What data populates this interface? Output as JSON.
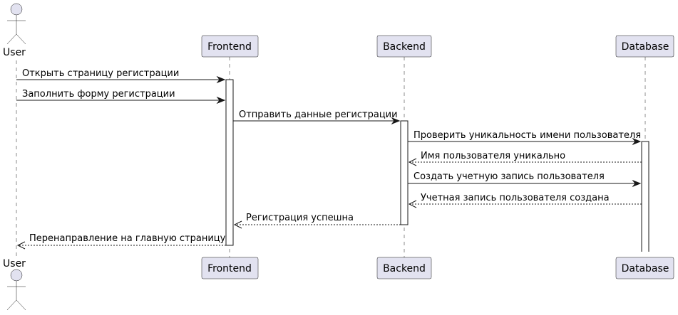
{
  "participants": [
    {
      "id": "user",
      "label": "User",
      "kind": "actor"
    },
    {
      "id": "frontend",
      "label": "Frontend",
      "kind": "participant"
    },
    {
      "id": "backend",
      "label": "Backend",
      "kind": "participant"
    },
    {
      "id": "database",
      "label": "Database",
      "kind": "participant"
    }
  ],
  "messages": [
    {
      "from": "user",
      "to": "frontend",
      "text": "Открыть страницу регистрации",
      "style": "solid"
    },
    {
      "from": "user",
      "to": "frontend",
      "text": "Заполнить форму регистрации",
      "style": "solid"
    },
    {
      "from": "frontend",
      "to": "backend",
      "text": "Отправить данные регистрации",
      "style": "solid"
    },
    {
      "from": "backend",
      "to": "database",
      "text": "Проверить уникальность имени пользователя",
      "style": "solid"
    },
    {
      "from": "database",
      "to": "backend",
      "text": "Имя пользователя уникально",
      "style": "dashed"
    },
    {
      "from": "backend",
      "to": "database",
      "text": "Создать учетную запись пользователя",
      "style": "solid"
    },
    {
      "from": "database",
      "to": "backend",
      "text": "Учетная запись пользователя создана",
      "style": "dashed"
    },
    {
      "from": "backend",
      "to": "frontend",
      "text": "Регистрация успешна",
      "style": "dashed"
    },
    {
      "from": "frontend",
      "to": "user",
      "text": "Перенаправление на главную страницу",
      "style": "dashed"
    }
  ],
  "colors": {
    "box_fill": "#e2e2f0",
    "line": "#181818"
  }
}
